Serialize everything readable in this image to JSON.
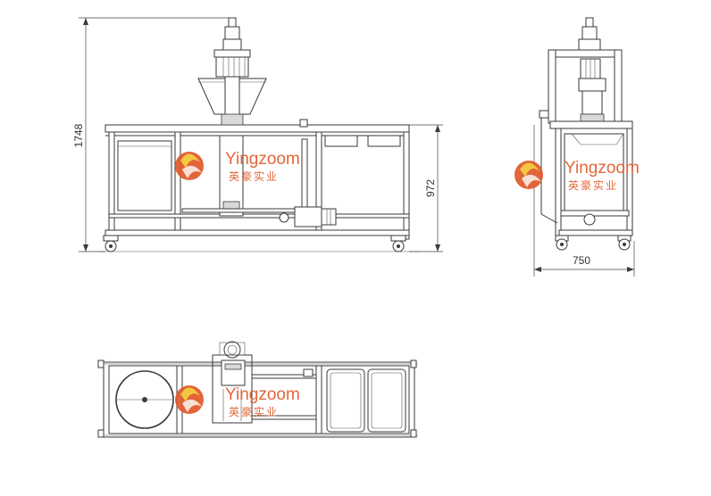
{
  "dimensions": {
    "height_total": "1748",
    "height_frame": "972",
    "width_side": "750"
  },
  "watermark": {
    "brand_en": "Yingzoom",
    "brand_cn": "英豪实业",
    "color": "#e05a2a"
  },
  "colors": {
    "line": "#3a3a3a",
    "background": "#ffffff"
  }
}
